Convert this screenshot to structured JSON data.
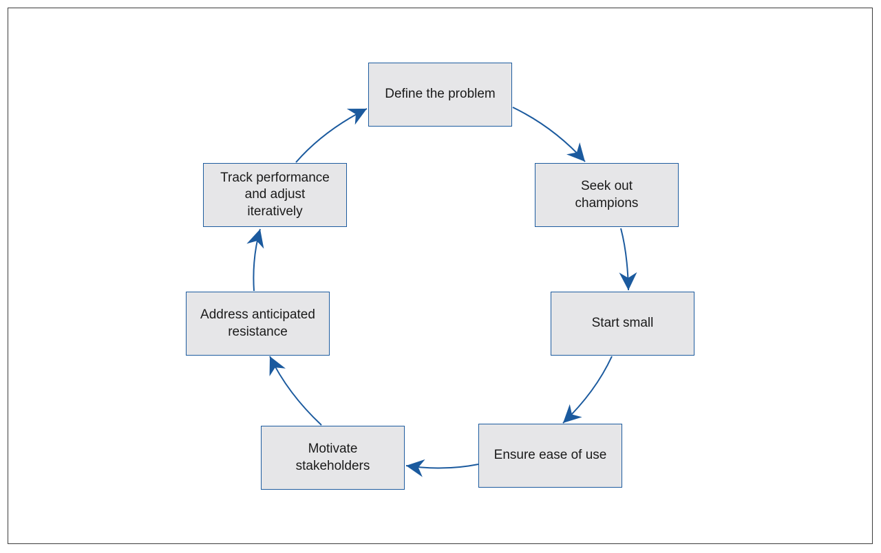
{
  "diagram": {
    "accent_color": "#1b5a9e",
    "box_fill": "#e6e6e8",
    "steps": [
      {
        "id": "define-the-problem",
        "label": "Define the problem"
      },
      {
        "id": "seek-out-champions",
        "label": "Seek out champions"
      },
      {
        "id": "start-small",
        "label": "Start small"
      },
      {
        "id": "ensure-ease-of-use",
        "label": "Ensure ease of use"
      },
      {
        "id": "motivate-stakeholders",
        "label": "Motivate stakeholders"
      },
      {
        "id": "address-anticipated-resistance",
        "label": "Address anticipated resistance"
      },
      {
        "id": "track-performance",
        "label": "Track performance and adjust iteratively"
      }
    ],
    "flow": [
      [
        "define-the-problem",
        "seek-out-champions"
      ],
      [
        "seek-out-champions",
        "start-small"
      ],
      [
        "start-small",
        "ensure-ease-of-use"
      ],
      [
        "ensure-ease-of-use",
        "motivate-stakeholders"
      ],
      [
        "motivate-stakeholders",
        "address-anticipated-resistance"
      ],
      [
        "address-anticipated-resistance",
        "track-performance"
      ],
      [
        "track-performance",
        "define-the-problem"
      ]
    ]
  }
}
